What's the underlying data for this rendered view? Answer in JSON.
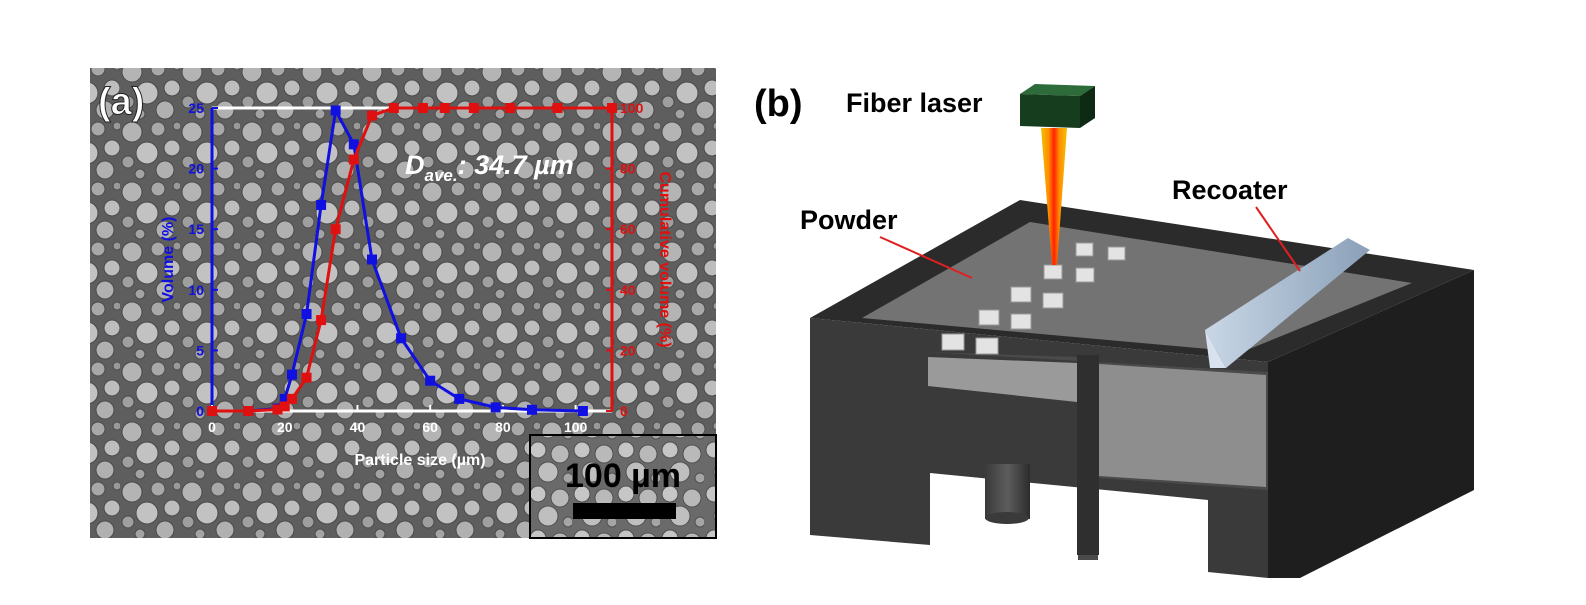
{
  "panel_a": {
    "label": "(a)",
    "annotation_prefix": "D",
    "annotation_subscript": "ave.",
    "annotation_value": ": 34.7 µm",
    "scale_bar_label": "100 µm",
    "colors": {
      "volume": "#1010e0",
      "cumulative": "#e01010",
      "sem_background": "#6b6b6b"
    }
  },
  "chart_data": {
    "type": "line",
    "xlabel": "Particle size (µm)",
    "ylabel_left": "Volume (%)",
    "ylabel_right": "Cumulative volume (%)",
    "xlim": [
      0,
      110
    ],
    "ylim_left": [
      0,
      25
    ],
    "ylim_right": [
      0,
      100
    ],
    "x_ticks": [
      0,
      20,
      40,
      60,
      80,
      100
    ],
    "y_ticks_left": [
      0,
      5,
      10,
      15,
      20,
      25
    ],
    "y_ticks_right": [
      0,
      20,
      40,
      60,
      80,
      100
    ],
    "grid": false,
    "series": [
      {
        "axis": "left",
        "x": [
          0,
          10,
          18,
          20,
          22,
          26,
          30,
          34,
          39,
          44,
          52,
          60,
          68,
          78,
          88,
          102
        ],
        "values": [
          0,
          0,
          0.2,
          1.0,
          3.0,
          8.0,
          17.0,
          24.8,
          22.0,
          12.5,
          6.0,
          2.5,
          1.0,
          0.3,
          0.1,
          0
        ]
      },
      {
        "axis": "right",
        "x": [
          0,
          10,
          18,
          20,
          22,
          26,
          30,
          34,
          39,
          44,
          50,
          58,
          64,
          72,
          82,
          95,
          110
        ],
        "values": [
          0,
          0,
          0.5,
          1.5,
          4.0,
          11.0,
          30.0,
          60.0,
          83.0,
          97.5,
          100,
          100,
          100,
          100,
          100,
          100,
          100
        ]
      }
    ]
  },
  "panel_b": {
    "label": "(b)",
    "fiber_laser": "Fiber laser",
    "powder": "Powder",
    "recoater": "Recoater"
  }
}
